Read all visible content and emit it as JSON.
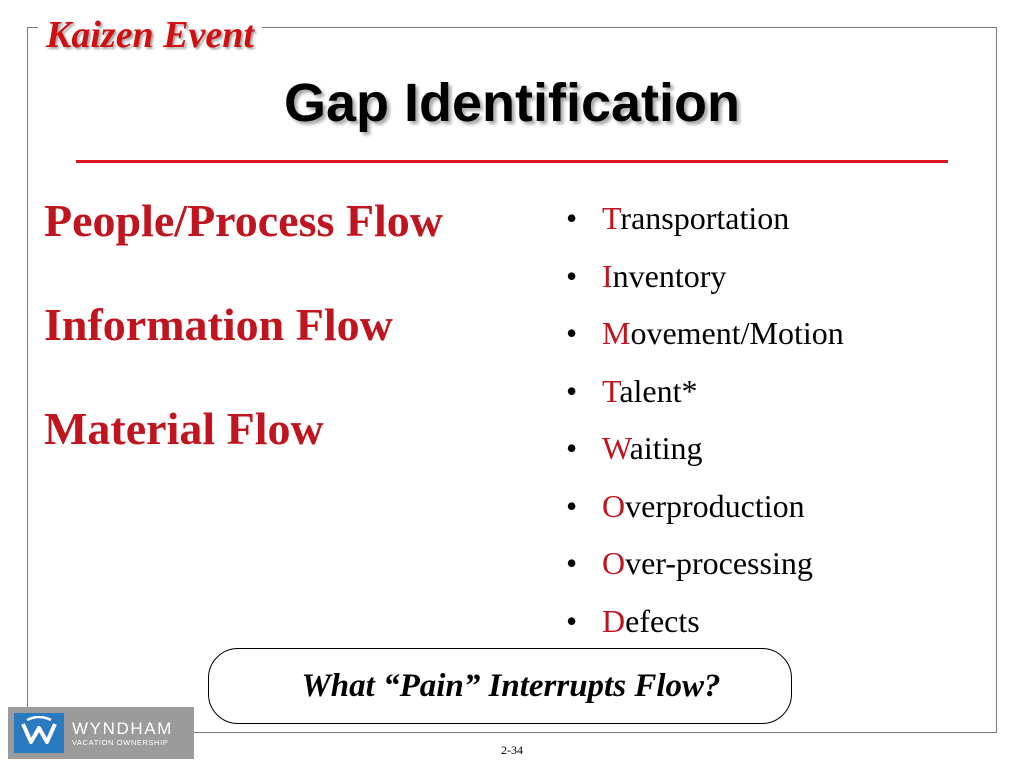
{
  "slide": {
    "event_label": "Kaizen Event",
    "title": "Gap Identification",
    "flows": [
      "People/Process Flow",
      "Information Flow",
      "Material Flow"
    ],
    "bullet_glyph": "•",
    "wastes": [
      {
        "initial": "T",
        "rest": "ransportation"
      },
      {
        "initial": "I",
        "rest": "nventory"
      },
      {
        "initial": "M",
        "rest": "ovement/Motion"
      },
      {
        "initial": "T",
        "rest": "alent*"
      },
      {
        "initial": "W",
        "rest": "aiting"
      },
      {
        "initial": "O",
        "rest": "verproduction"
      },
      {
        "initial": "O",
        "rest": "ver-processing"
      },
      {
        "initial": "D",
        "rest": "efects"
      }
    ],
    "callout": "What “Pain” Interrupts Flow?",
    "page_number": "2-34"
  },
  "logo": {
    "name": "WYNDHAM",
    "subtitle": "VACATION OWNERSHIP",
    "icon": "wyndham-wave-icon"
  },
  "colors": {
    "accent_red": "#c0141e",
    "rule_red": "#e0141e",
    "logo_blue": "#2a7abf",
    "logo_gray": "#9b9b9b"
  }
}
